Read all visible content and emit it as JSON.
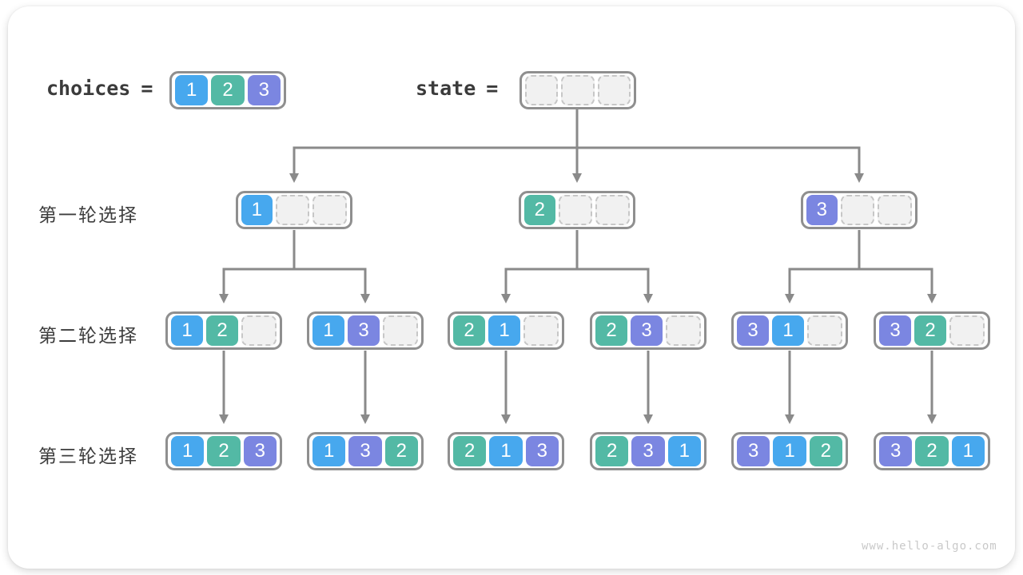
{
  "header": {
    "choices": {
      "label": "choices",
      "equals": "=",
      "cells": [
        "1",
        "2",
        "3"
      ]
    },
    "state": {
      "label": "state",
      "equals": "=",
      "cells": [
        "",
        "",
        ""
      ]
    }
  },
  "rows": [
    {
      "label": "第一轮选择",
      "nodes": [
        {
          "cells": [
            "1",
            "",
            ""
          ]
        },
        {
          "cells": [
            "2",
            "",
            ""
          ]
        },
        {
          "cells": [
            "3",
            "",
            ""
          ]
        }
      ]
    },
    {
      "label": "第二轮选择",
      "nodes": [
        {
          "cells": [
            "1",
            "2",
            ""
          ]
        },
        {
          "cells": [
            "1",
            "3",
            ""
          ]
        },
        {
          "cells": [
            "2",
            "1",
            ""
          ]
        },
        {
          "cells": [
            "2",
            "3",
            ""
          ]
        },
        {
          "cells": [
            "3",
            "1",
            ""
          ]
        },
        {
          "cells": [
            "3",
            "2",
            ""
          ]
        }
      ]
    },
    {
      "label": "第三轮选择",
      "nodes": [
        {
          "cells": [
            "1",
            "2",
            "3"
          ]
        },
        {
          "cells": [
            "1",
            "3",
            "2"
          ]
        },
        {
          "cells": [
            "2",
            "1",
            "3"
          ]
        },
        {
          "cells": [
            "2",
            "3",
            "1"
          ]
        },
        {
          "cells": [
            "3",
            "1",
            "2"
          ]
        },
        {
          "cells": [
            "3",
            "2",
            "1"
          ]
        }
      ]
    }
  ],
  "colors": {
    "value_colors": {
      "1": "#47a8ee",
      "2": "#53b9a5",
      "3": "#7b86e1"
    },
    "line": "#8a8a8a",
    "node_border": "#8f8f8f",
    "empty_fill": "#f1f1f1",
    "empty_border": "#c7c7c7",
    "text": "#3b3b3b",
    "watermark": "#c9c9c9"
  },
  "footer": {
    "watermark": "www.hello-algo.com"
  }
}
